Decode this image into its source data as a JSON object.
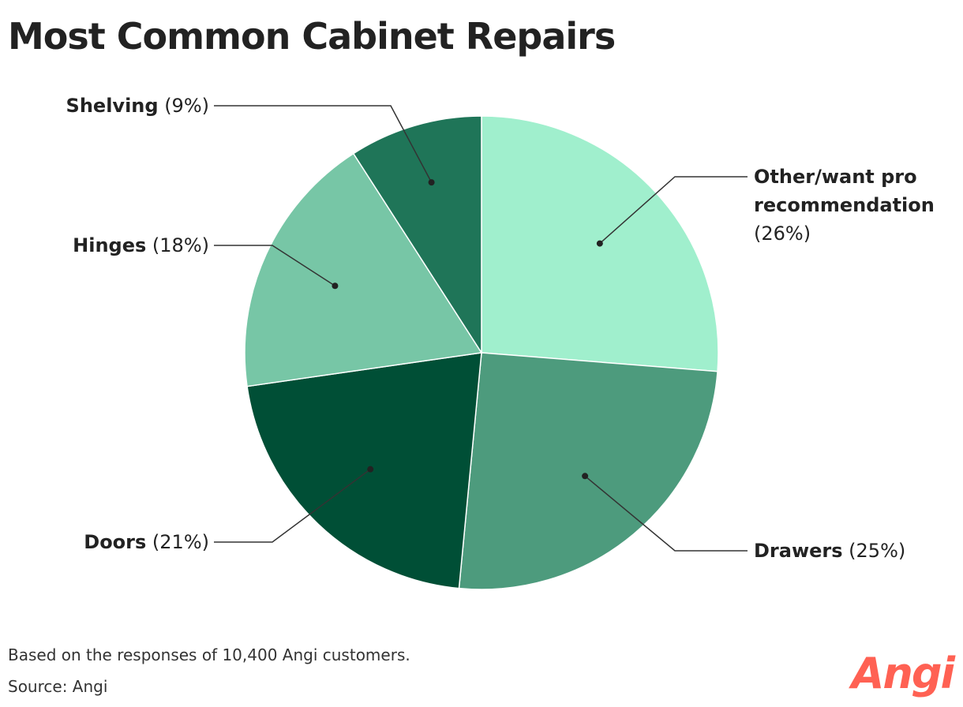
{
  "title": "Most Common Cabinet Repairs",
  "footnote": "Based on the responses of 10,400 Angi customers.",
  "source": "Source: Angi",
  "logo": {
    "text": "Angi",
    "color": "#ff6153"
  },
  "chart_data": {
    "type": "pie",
    "title": "Most Common Cabinet Repairs",
    "slices": [
      {
        "label": "Other/want pro recommendation",
        "value": 26,
        "display": "(26%)",
        "color": "#a0efcd"
      },
      {
        "label": "Drawers",
        "value": 25,
        "display": "(25%)",
        "color": "#4d9b7d"
      },
      {
        "label": "Doors",
        "value": 21,
        "display": "(21%)",
        "color": "#004f36"
      },
      {
        "label": "Hinges",
        "value": 18,
        "display": "(18%)",
        "color": "#77c6a6"
      },
      {
        "label": "Shelving",
        "value": 9,
        "display": "(9%)",
        "color": "#1f7558"
      }
    ]
  }
}
